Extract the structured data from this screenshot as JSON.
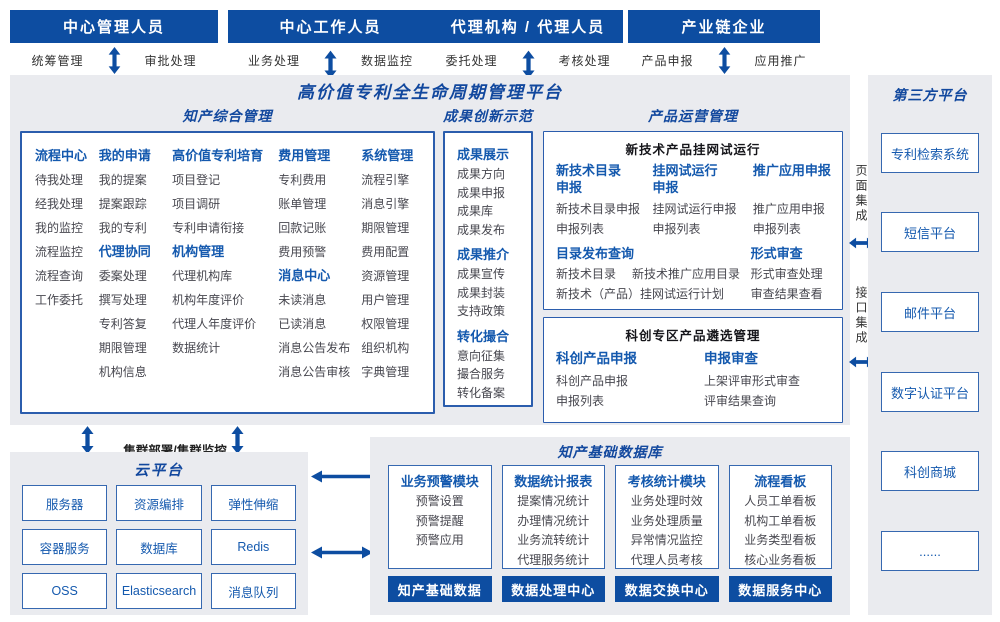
{
  "colors": {
    "bar_blue": "#0d4da1",
    "header_blue": "#1459ae",
    "title_blue": "#12489e",
    "panel_gray": "#eaebef",
    "box_border": "#3668b0",
    "item_gray": "#47474f"
  },
  "top_roles": [
    {
      "label": "中心管理人员",
      "left": "统筹管理",
      "right": "审批处理"
    },
    {
      "label": "中心工作人员",
      "left": "业务处理",
      "right": "数据监控"
    },
    {
      "label": "代理机构 / 代理人员",
      "left": "委托处理",
      "right": "考核处理"
    },
    {
      "label": "产业链企业",
      "left": "产品申报",
      "right": "应用推广"
    }
  ],
  "platform": {
    "title": "高价值专利全生命周期管理平台",
    "zhichan": {
      "title": "知产综合管理",
      "columns": [
        {
          "groups": [
            {
              "header": "流程中心",
              "items": [
                "待我处理",
                "经我处理",
                "我的监控",
                "流程监控",
                "流程查询",
                "工作委托"
              ]
            }
          ]
        },
        {
          "groups": [
            {
              "header": "我的申请",
              "items": [
                "我的提案",
                "提案跟踪",
                "我的专利"
              ]
            },
            {
              "header": "代理协同",
              "items": [
                "委案处理",
                "撰写处理",
                "专利答复",
                "期限管理",
                "机构信息"
              ]
            }
          ]
        },
        {
          "groups": [
            {
              "header": "高价值专利培育",
              "items": [
                "项目登记",
                "项目调研",
                "专利申请衔接"
              ]
            },
            {
              "header": "机构管理",
              "items": [
                "代理机构库",
                "机构年度评价",
                "代理人年度评价",
                "数据统计"
              ]
            }
          ]
        },
        {
          "groups": [
            {
              "header": "费用管理",
              "items": [
                "专利费用",
                "账单管理",
                "回款记账",
                "费用预警"
              ]
            },
            {
              "header": "消息中心",
              "items": [
                "未读消息",
                "已读消息",
                "消息公告发布",
                "消息公告审核"
              ]
            }
          ]
        },
        {
          "groups": [
            {
              "header": "系统管理",
              "items": [
                "流程引擎",
                "消息引擎",
                "期限管理",
                "费用配置",
                "资源管理",
                "用户管理",
                "权限管理",
                "组织机构",
                "字典管理"
              ]
            }
          ]
        }
      ]
    },
    "chengguo": {
      "title": "成果创新示范",
      "groups": [
        {
          "header": "成果展示",
          "items": [
            "成果方向",
            "成果申报",
            "成果库",
            "成果发布"
          ]
        },
        {
          "header": "成果推介",
          "items": [
            "成果宣传",
            "成果封装",
            "支持政策"
          ]
        },
        {
          "header": "转化撮合",
          "items": [
            "意向征集",
            "撮合服务",
            "转化备案"
          ]
        }
      ]
    },
    "chanpin": {
      "title": "产品运营管理",
      "box1": {
        "title": "新技术产品挂网试运行",
        "columns": [
          {
            "header": "新技术目录申报",
            "items": [
              "新技术目录申报",
              "申报列表"
            ]
          },
          {
            "header": "挂网试运行申报",
            "items": [
              "挂网试运行申报",
              "申报列表"
            ]
          },
          {
            "header": "推广应用申报",
            "items": [
              "推广应用申报",
              "申报列表"
            ]
          }
        ],
        "bottom_left": {
          "header": "目录发布查询",
          "items": [
            "新技术目录",
            "新技术推广应用目录",
            "新技术（产品）挂网试运行计划"
          ]
        },
        "bottom_right": {
          "header": "形式审查",
          "items": [
            "形式审查处理",
            "审查结果查看"
          ]
        }
      },
      "box2": {
        "title": "科创专区产品遴选管理",
        "columns": [
          {
            "header": "科创产品申报",
            "items": [
              "科创产品申报",
              "申报列表"
            ]
          },
          {
            "header": "申报审查",
            "items": [
              "上架评审形式审查",
              "评审结果查询"
            ]
          }
        ]
      }
    }
  },
  "integration": {
    "page": "页面集成",
    "interface": "接口集成"
  },
  "third_party": {
    "title": "第三方平台",
    "boxes": [
      "专利检索系统",
      "短信平台",
      "邮件平台",
      "数字认证平台",
      "科创商城",
      "......"
    ]
  },
  "cluster_label": "集群部署/集群监控",
  "cloud": {
    "title": "云平台",
    "boxes": [
      "服务器",
      "资源编排",
      "弹性伸缩",
      "容器服务",
      "数据库",
      "Redis",
      "OSS",
      "Elasticsearch",
      "消息队列"
    ]
  },
  "database": {
    "title": "知产基础数据库",
    "modules": [
      {
        "header": "业务预警模块",
        "items": [
          "预警设置",
          "预警提醒",
          "预警应用"
        ],
        "footer": "知产基础数据"
      },
      {
        "header": "数据统计报表",
        "items": [
          "提案情况统计",
          "办理情况统计",
          "业务流转统计",
          "代理服务统计"
        ],
        "footer": "数据处理中心"
      },
      {
        "header": "考核统计模块",
        "items": [
          "业务处理时效",
          "业务处理质量",
          "异常情况监控",
          "代理人员考核"
        ],
        "footer": "数据交换中心"
      },
      {
        "header": "流程看板",
        "items": [
          "人员工单看板",
          "机构工单看板",
          "业务类型看板",
          "核心业务看板"
        ],
        "footer": "数据服务中心"
      }
    ]
  }
}
